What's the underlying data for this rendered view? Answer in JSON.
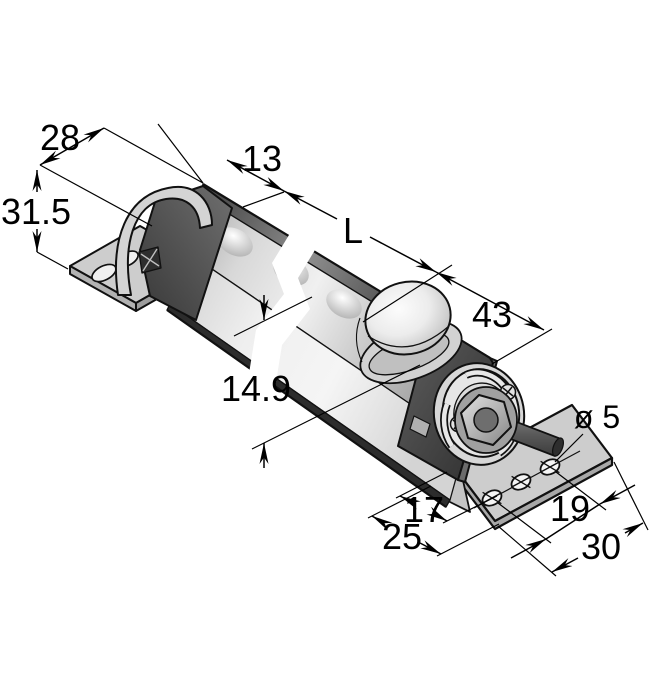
{
  "drawing": {
    "kind": "isometric-dimension-drawing",
    "background": "#ffffff"
  },
  "palette": {
    "outline": "#111111",
    "housing_light": "#e8e8e8",
    "housing_mid": "#c9c9c9",
    "end_cap_dark": "#4a4a4a",
    "dimension_lines": "#000000"
  },
  "dimensions": {
    "bracket_width": "28",
    "bracket_height": "31.5",
    "end_to_window": "13",
    "window_length": "L",
    "lens_to_end": "43",
    "housing_height": "14.9",
    "mounting_hole_diameter": "ø 5",
    "hole_offset": "17",
    "bracket_depth": "25",
    "hole_spacing": "19",
    "bracket_length": "30"
  }
}
